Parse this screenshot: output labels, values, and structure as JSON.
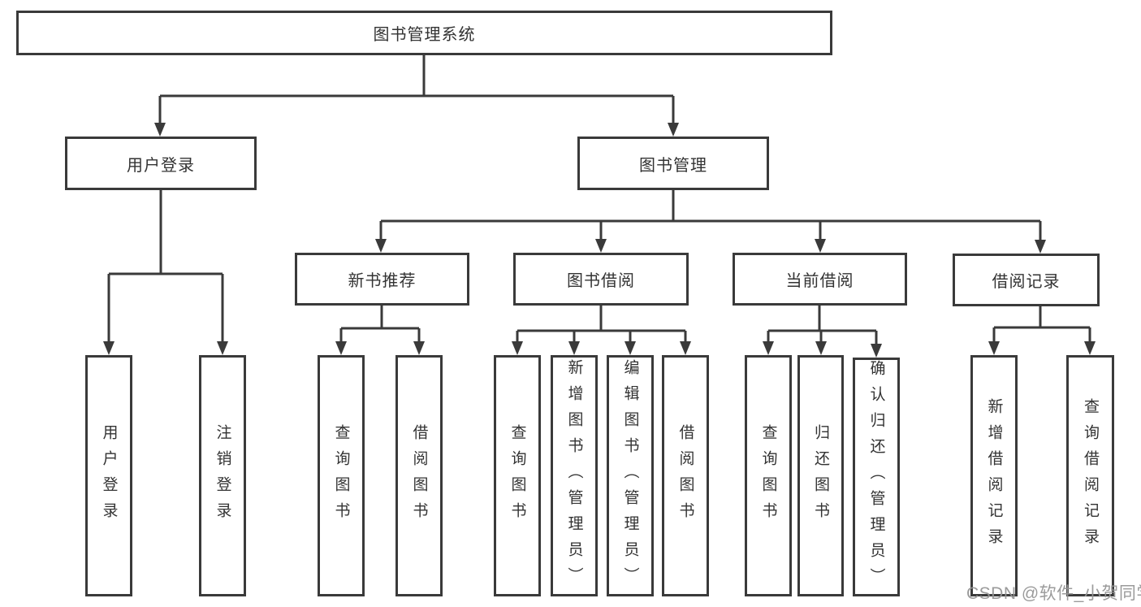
{
  "tree": {
    "root": {
      "label": "图书管理系统"
    },
    "branches": [
      {
        "label": "用户登录",
        "children": [
          "用户登录",
          "注销登录"
        ]
      },
      {
        "label": "图书管理",
        "sections": [
          {
            "label": "新书推荐",
            "children": [
              "查询图书",
              "借阅图书"
            ]
          },
          {
            "label": "图书借阅",
            "children": [
              "查询图书",
              "新增图书（管理员）",
              "编辑图书（管理员）",
              "借阅图书"
            ]
          },
          {
            "label": "当前借阅",
            "children": [
              "查询图书",
              "归还图书",
              "确认归还（管理员）"
            ]
          },
          {
            "label": "借阅记录",
            "children": [
              "新增借阅记录",
              "查询借阅记录"
            ]
          }
        ]
      }
    ]
  },
  "watermark": {
    "text": "CSDN @软件_小贺同学"
  },
  "colors": {
    "line": "#3a3a3a",
    "text": "#333333",
    "watermark": "#969696"
  }
}
